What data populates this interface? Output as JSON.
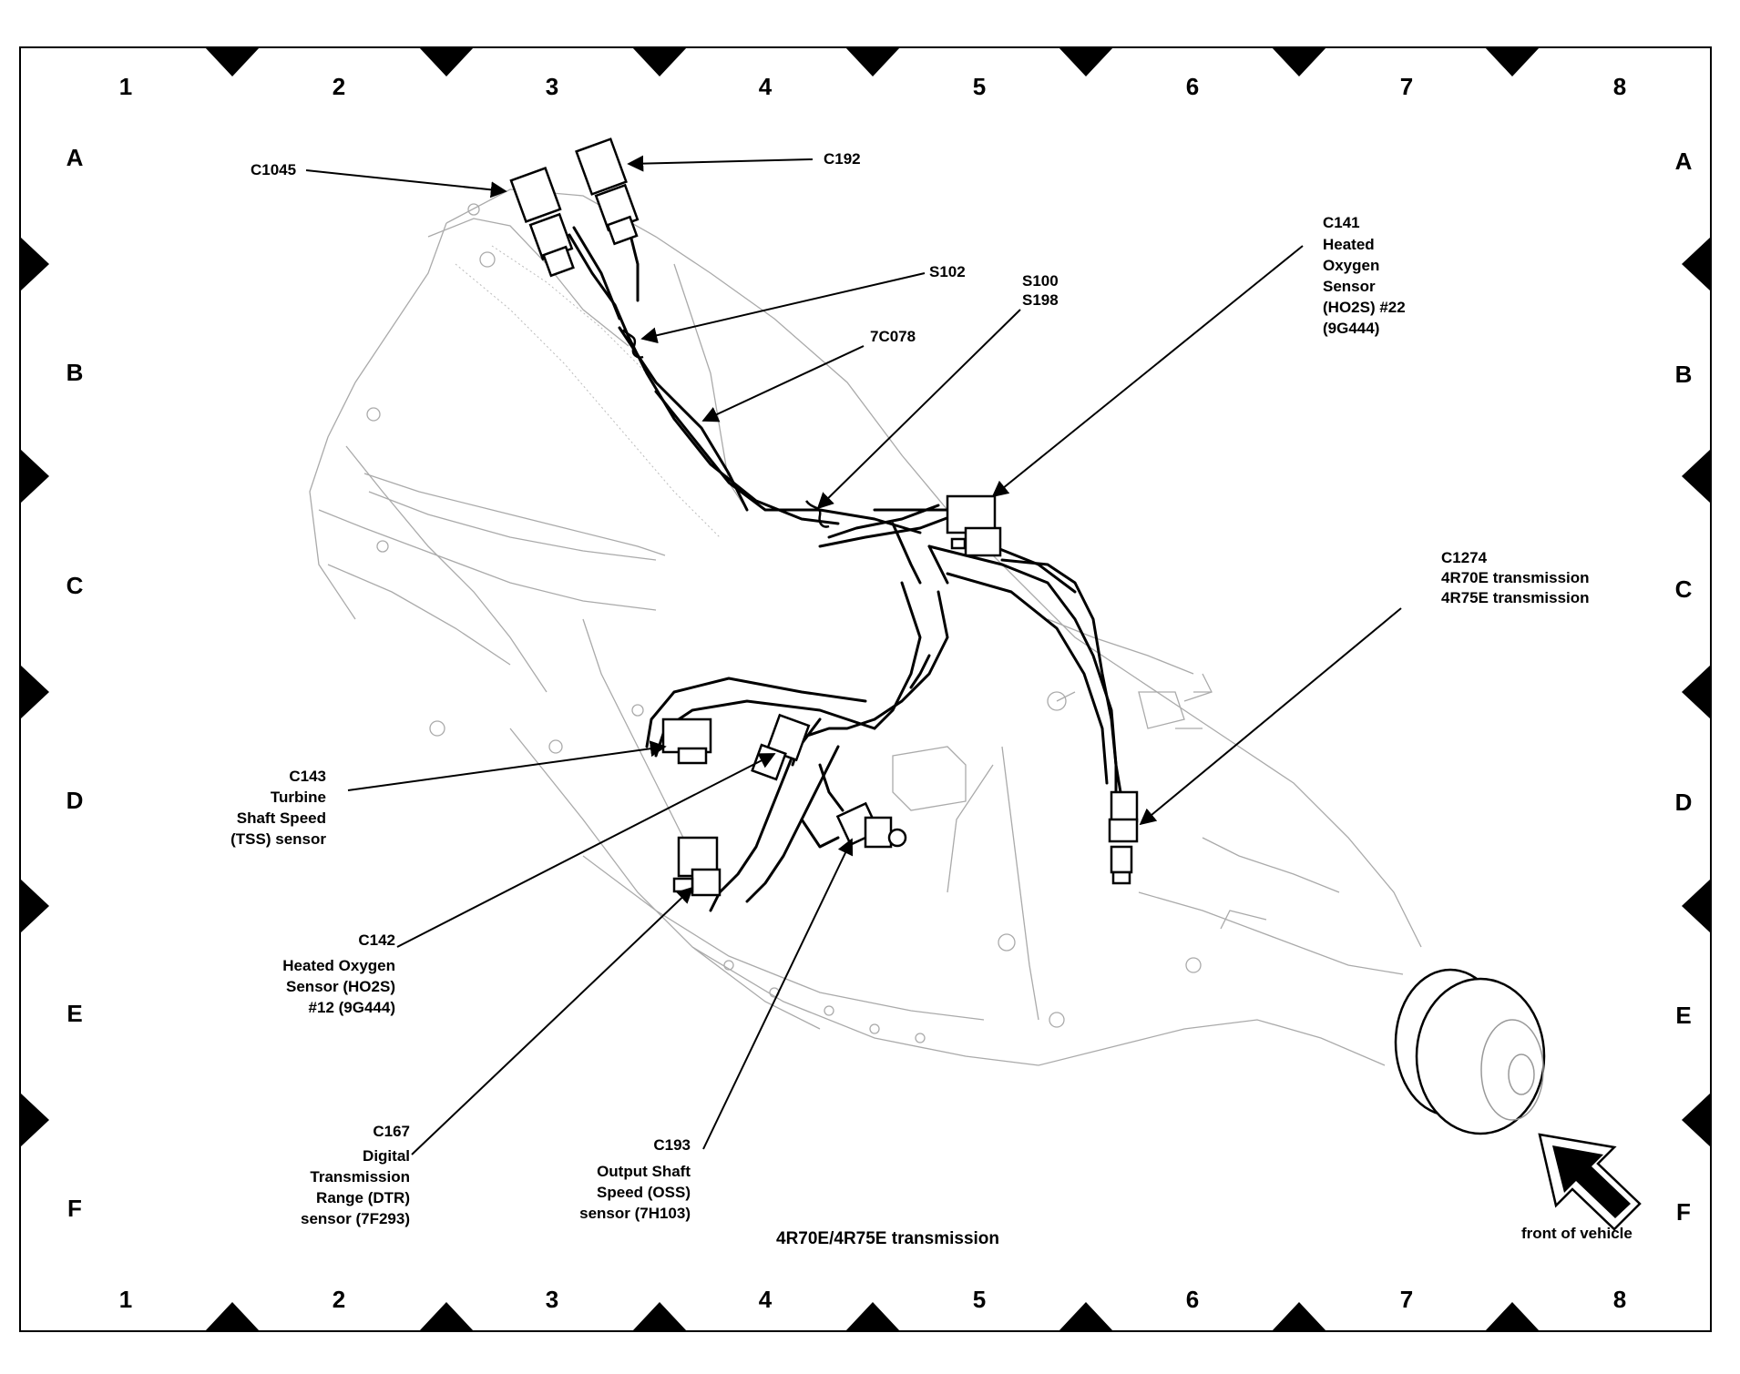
{
  "grid": {
    "columns": [
      "1",
      "2",
      "3",
      "4",
      "5",
      "6",
      "7",
      "8"
    ],
    "rows": [
      "A",
      "B",
      "C",
      "D",
      "E",
      "F"
    ]
  },
  "labels": {
    "c1045": [
      "C1045"
    ],
    "c192": [
      "C192"
    ],
    "s102": [
      "S102"
    ],
    "s100_s198": [
      "S100",
      "S198"
    ],
    "7c078": [
      "7C078"
    ],
    "c141": [
      "C141",
      "Heated",
      "Oxygen",
      "Sensor",
      "(HO2S) #22",
      "(9G444)"
    ],
    "c1274": [
      "C1274",
      "4R70E transmission",
      "4R75E transmission"
    ],
    "c143": [
      "C143",
      "Turbine",
      "Shaft Speed",
      "(TSS) sensor"
    ],
    "c142": [
      "C142",
      "Heated Oxygen",
      "Sensor (HO2S)",
      "#12 (9G444)"
    ],
    "c167": [
      "C167",
      "Digital",
      "Transmission",
      "Range (DTR)",
      "sensor (7F293)"
    ],
    "c193": [
      "C193",
      "Output Shaft",
      "Speed (OSS)",
      "sensor (7H103)"
    ]
  },
  "caption": "4R70E/4R75E transmission",
  "front_of_vehicle": "front of vehicle",
  "icons": {
    "front_arrow": "arrow-up-left-icon",
    "grid_marker": "triangle-marker-icon"
  }
}
